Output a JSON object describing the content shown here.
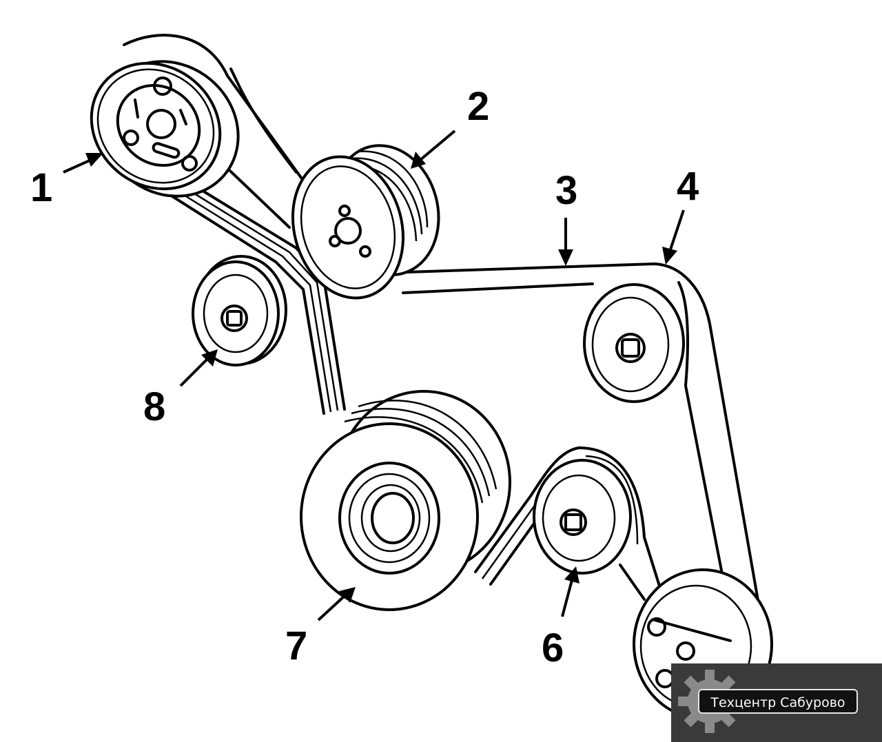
{
  "labels": {
    "n1": "1",
    "n2": "2",
    "n3": "3",
    "n4": "4",
    "n6": "6",
    "n7": "7",
    "n8": "8"
  },
  "logo": {
    "text": "Техцентр Сабурово",
    "background_color": "#3a3a3a",
    "gear_icon": "gear-icon"
  }
}
